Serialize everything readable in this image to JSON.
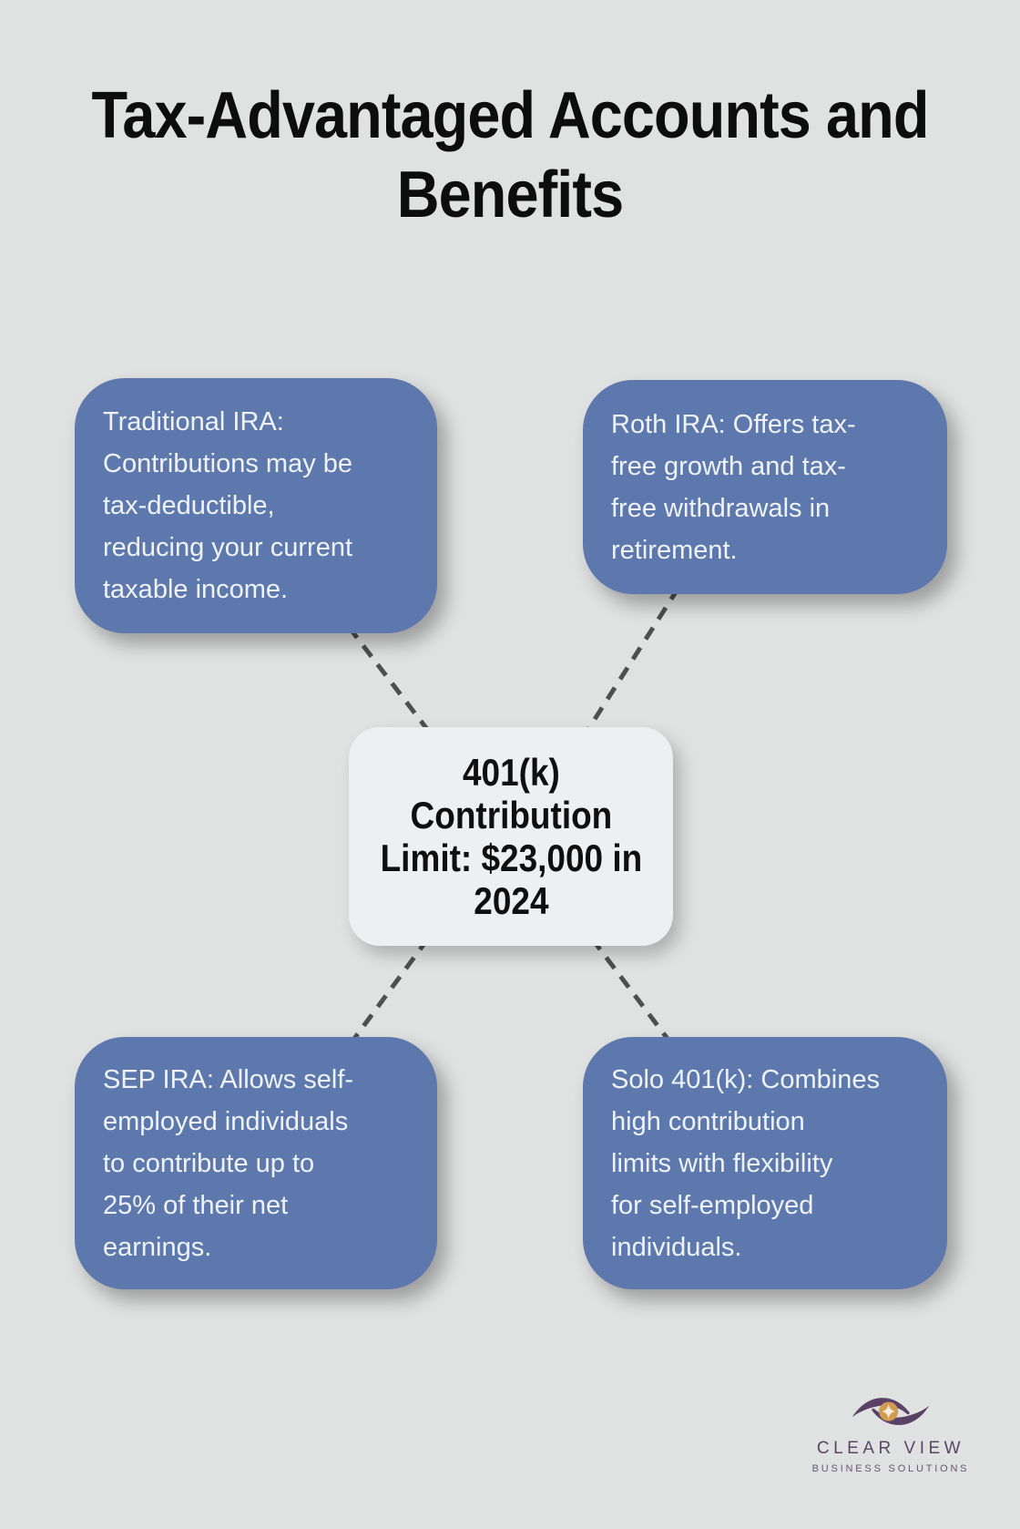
{
  "title": {
    "text": "Tax-Advantaged Accounts and\nBenefits"
  },
  "center_node": {
    "text": "401(k)\nContribution\nLimit: $23,000 in\n2024",
    "bg_color": "#eeeff1",
    "text_color": "#0f0f0f"
  },
  "nodes": [
    {
      "id": "traditional-ira",
      "position": "top-left",
      "text": "Traditional IRA:\nContributions may be\ntax-deductible,\nreducing your current\ntaxable income."
    },
    {
      "id": "roth-ira",
      "position": "top-right",
      "text": "Roth IRA: Offers tax-\nfree growth and tax-\nfree withdrawals in\nretirement."
    },
    {
      "id": "sep-ira",
      "position": "bottom-left",
      "text": "SEP IRA: Allows self-\nemployed individuals\nto contribute up to\n25% of their net\nearnings."
    },
    {
      "id": "solo-401k",
      "position": "bottom-right",
      "text": "Solo 401(k): Combines\nhigh contribution\nlimits with flexibility\nfor self-employed\nindividuals."
    }
  ],
  "colors": {
    "background": "#e0e1e1",
    "node_bg": "#5c78ac",
    "node_text": "#eff2f7",
    "connector": "#4f4f4f",
    "title_text": "#0d0d0d"
  },
  "logo": {
    "name": "CLEAR VIEW",
    "tagline": "BUSINESS SOLUTIONS",
    "name_color": "#5a4768",
    "swoosh_color": "#5a4166",
    "iris_color": "#cf9c52",
    "star_color": "#f7efdd"
  }
}
